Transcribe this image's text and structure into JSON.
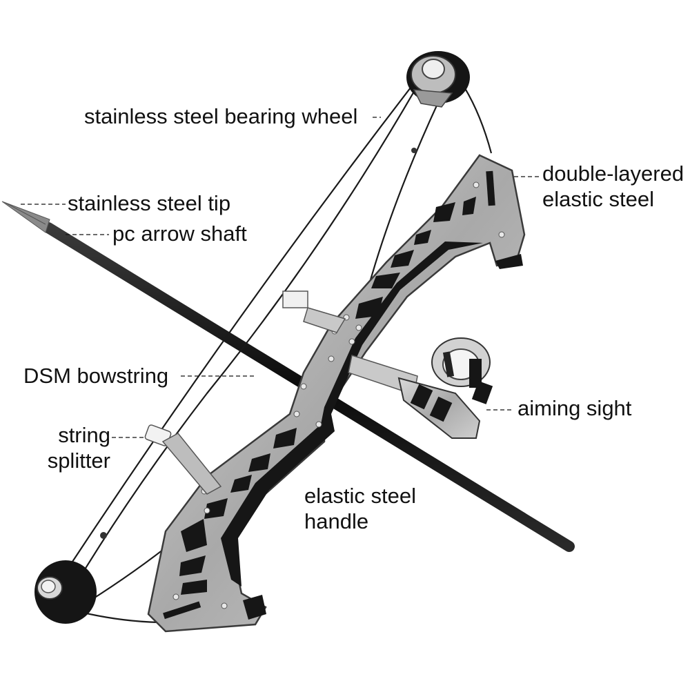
{
  "labels": {
    "bearing_wheel": "stainless steel bearing wheel",
    "double_layered_line1": "double-layered",
    "double_layered_line2": "elastic steel",
    "steel_tip": "stainless steel tip",
    "arrow_shaft": "pc arrow shaft",
    "bowstring": "DSM bowstring",
    "aiming_sight": "aiming sight",
    "string_splitter_line1": "string",
    "string_splitter_line2": "splitter",
    "handle_line1": "elastic steel",
    "handle_line2": "handle"
  },
  "colors": {
    "text": "#111111",
    "metal": "#b9b9b9",
    "metal_dark": "#7d7d7d",
    "rubber": "#111111",
    "string": "#1a1a1a"
  }
}
